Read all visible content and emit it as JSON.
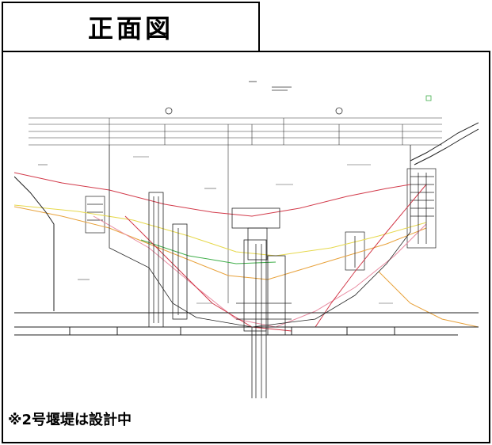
{
  "title": "正面図",
  "note": "※2号堰堤は設計中",
  "drawing": {
    "description_icon": "cad-front-elevation-drawing",
    "line_colors": {
      "ink": "#222222",
      "red": "#d23a4a",
      "orange": "#e8a23c",
      "yellow": "#e6d84c",
      "green": "#3fae49",
      "pink": "#e88aa0",
      "grid": "#555555"
    }
  }
}
